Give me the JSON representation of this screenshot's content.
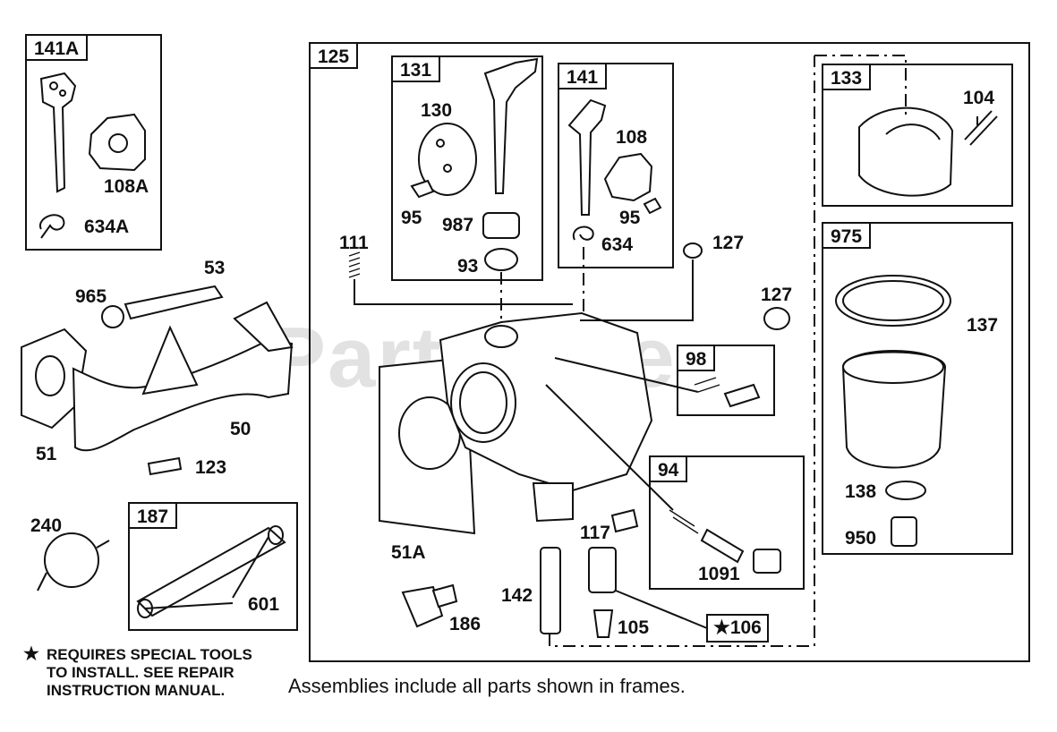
{
  "watermark": "PartsTree",
  "frames": {
    "f141A": "141A",
    "f125": "125",
    "f131": "131",
    "f141": "141",
    "f133": "133",
    "f975": "975",
    "f98": "98",
    "f94": "94",
    "f187": "187"
  },
  "parts": {
    "p108A": "108A",
    "p634A": "634A",
    "p130": "130",
    "p95a": "95",
    "p987": "987",
    "p93": "93",
    "p108": "108",
    "p95b": "95",
    "p634": "634",
    "p104": "104",
    "p111": "111",
    "p127a": "127",
    "p127b": "127",
    "p137": "137",
    "p53": "53",
    "p965": "965",
    "p50": "50",
    "p51": "51",
    "p123": "123",
    "p240": "240",
    "p601": "601",
    "p51A": "51A",
    "p117": "117",
    "p1091": "1091",
    "p142": "142",
    "p186": "186",
    "p105": "105",
    "p106": "★106",
    "p138": "138",
    "p950": "950"
  },
  "notes": {
    "star": "★",
    "line1": "REQUIRES SPECIAL TOOLS",
    "line2": "TO INSTALL.  SEE REPAIR",
    "line3": "INSTRUCTION MANUAL."
  },
  "caption": "Assemblies include all parts shown in frames."
}
